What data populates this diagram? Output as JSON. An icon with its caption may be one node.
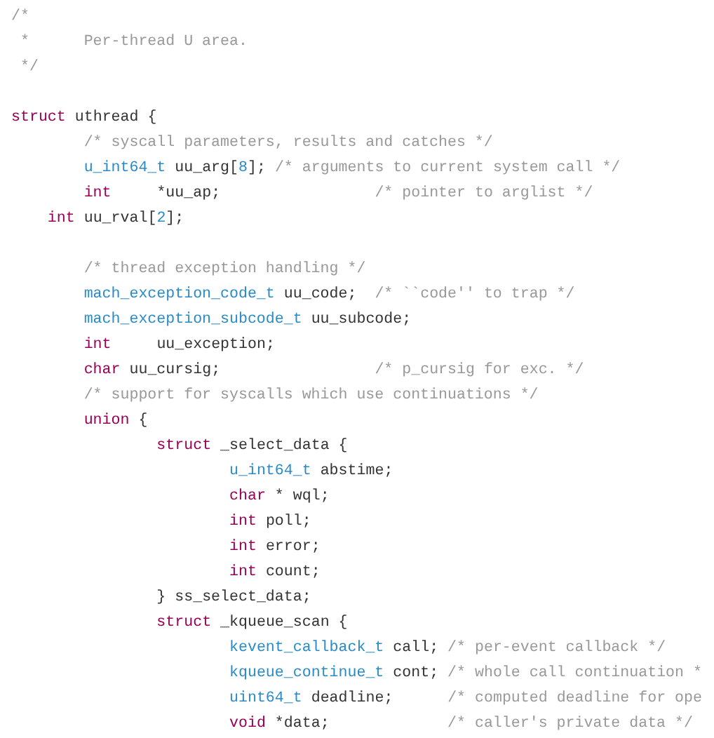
{
  "diagram": {
    "labels": [
      "/*",
      "*      Per-thread U area.",
      "*/",
      "struct uthread {",
      "/* syscall parameters, results and catches */",
      "u_int64_t uu_arg[8]; /* arguments to current system call */",
      "int     *uu_ap;",
      "/* pointer to arglist */",
      "int uu_rval[2];",
      "/* thread exception handling */",
      "mach_exception_code_t uu_code;  /* ``code'' to trap */",
      "mach_exception_subcode_t uu_subcode;",
      "int     uu_exception;",
      "char uu_cursig;",
      "/* p_cursig for exc. */",
      "/* support for syscalls which use continuations */",
      "union {",
      "struct _select_data {",
      "u_int64_t abstime;",
      "char * wql;",
      "int poll;",
      "int error;",
      "int count;",
      "} ss_select_data;",
      "struct _kqueue_scan {",
      "kevent_callback_t call; /* per-event callback */",
      "kqueue_continue_t cont; /* whole call continuation *",
      "uint64_t deadline;      /* computed deadline for ope",
      "void *data;",
      "/* caller's private data */"
    ]
  }
}
